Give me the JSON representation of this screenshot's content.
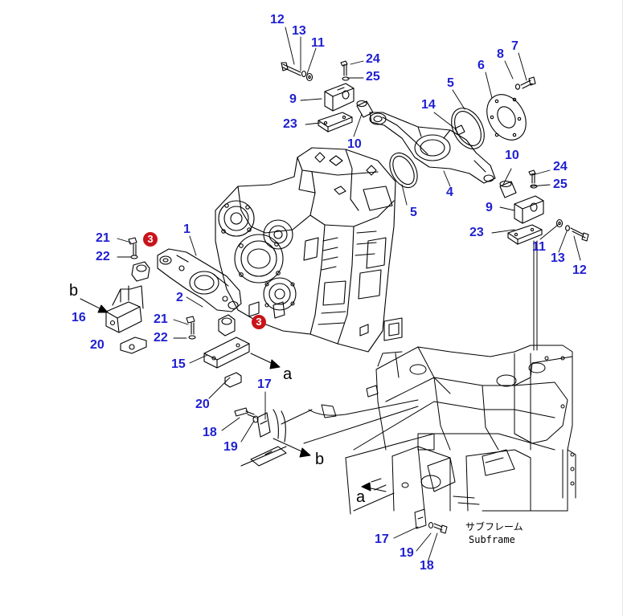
{
  "callouts": {
    "c12a": "12",
    "c13a": "13",
    "c11a": "11",
    "c24a": "24",
    "c25a": "25",
    "c9a": "9",
    "c23a": "23",
    "c10a": "10",
    "c5a": "5",
    "c14": "14",
    "c6": "6",
    "c8": "8",
    "c7": "7",
    "c5b": "5",
    "c4": "4",
    "c10b": "10",
    "c24b": "24",
    "c25b": "25",
    "c9b": "9",
    "c23b": "23",
    "c11b": "11",
    "c13b": "13",
    "c12b": "12",
    "c21a": "21",
    "c22a": "22",
    "c1": "1",
    "c16": "16",
    "c2": "2",
    "c21b": "21",
    "c22b": "22",
    "c20a": "20",
    "c15": "15",
    "c20b": "20",
    "c17a": "17",
    "c18a": "18",
    "c19a": "19",
    "c17b": "17",
    "c19b": "19",
    "c18b": "18"
  },
  "key_marks": {
    "k1": "3",
    "k2": "3"
  },
  "view_letters": {
    "b1": "b",
    "a1": "a",
    "b2": "b",
    "a2": "a"
  },
  "subframe": {
    "jp": "サブフレーム",
    "en": "Subframe"
  },
  "colors": {
    "callout": "#1f1fd0",
    "key_mark": "#c8141a",
    "lines": "#000000"
  }
}
